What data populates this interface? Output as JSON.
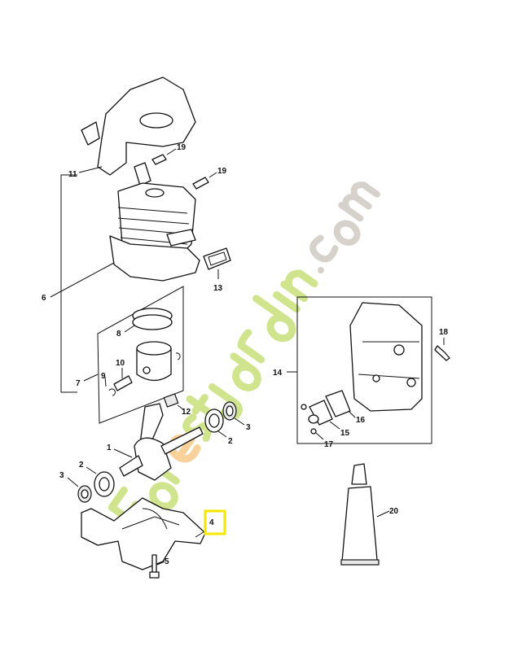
{
  "diagram": {
    "watermark": {
      "text": "Forestjardin.com",
      "colors": {
        "green": "#c8e07a",
        "orange": "#f7c98a",
        "grey": "#cfcbc3"
      }
    },
    "highlight_color": "#f5e600",
    "highlighted_part": "4",
    "callouts": {
      "c11": "11",
      "c19a": "19",
      "c19b": "19",
      "c6": "6",
      "c13": "13",
      "c8": "8",
      "c10": "10",
      "c9": "9",
      "c7": "7",
      "c12": "12",
      "c3a": "3",
      "c2a": "2",
      "c1": "1",
      "c2b": "2",
      "c3b": "3",
      "c4": "4",
      "c5": "5",
      "c14": "14",
      "c18": "18",
      "c16": "16",
      "c15": "15",
      "c17": "17",
      "c20": "20"
    }
  }
}
